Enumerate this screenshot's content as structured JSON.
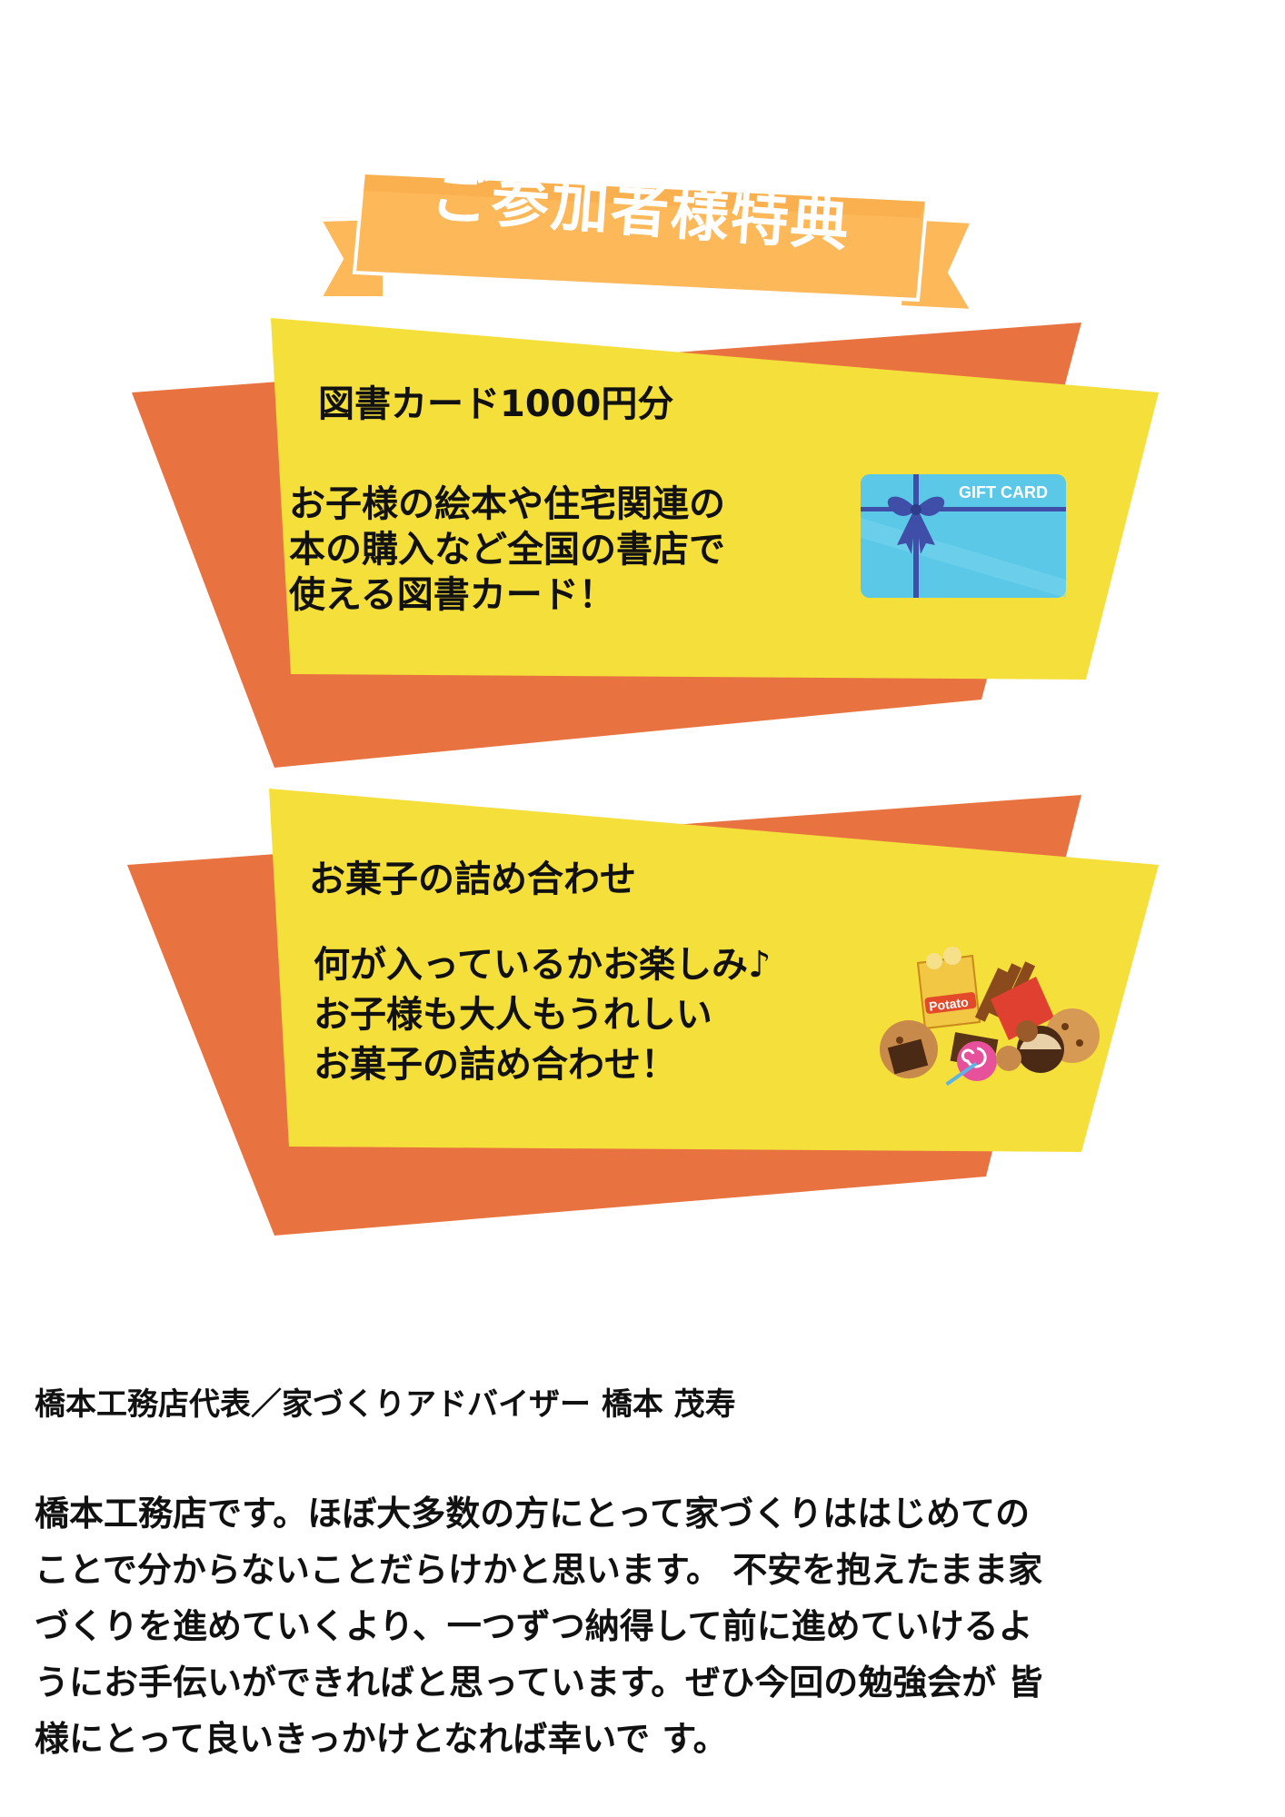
{
  "header": {
    "title": "ご参加者様特典"
  },
  "cards": [
    {
      "title": "図書カード1000円分",
      "description": [
        "お子様の絵本や住宅関連の",
        "本の購入など全国の書店で",
        "使える図書カード！"
      ],
      "image": {
        "icon": "gift-card-icon",
        "label": "GIFT CARD"
      }
    },
    {
      "title": "お菓子の詰め合わせ",
      "description": [
        "何が入っているかお楽しみ♪",
        "お子様も大人もうれしい",
        "お菓子の詰め合わせ！"
      ],
      "image": {
        "icon": "snacks-icon",
        "label": "Potato"
      }
    }
  ],
  "author": {
    "line": "橋本工務店代表／家づくりアドバイザー 橋本 茂寿"
  },
  "message": {
    "lines": [
      "橋本工務店です。ほぼ大多数の方にとって家づくりははじめての",
      "ことで分からないことだらけかと思います。 不安を抱えたまま家",
      "づくりを進めていくより、一つずつ納得して前に進めていけるよ",
      "うにお手伝いができればと思っています。ぜひ今回の勉強会が 皆",
      "様にとって良いきっかけとなれば幸いで す。"
    ]
  },
  "colors": {
    "ribbon": "#FDB85A",
    "ribbon_dark": "#F4A03A",
    "card_back": "#E97340",
    "card_front": "#F5DF3B",
    "gift_card": "#5BC8E8",
    "gift_ribbon": "#3F4FA8"
  }
}
